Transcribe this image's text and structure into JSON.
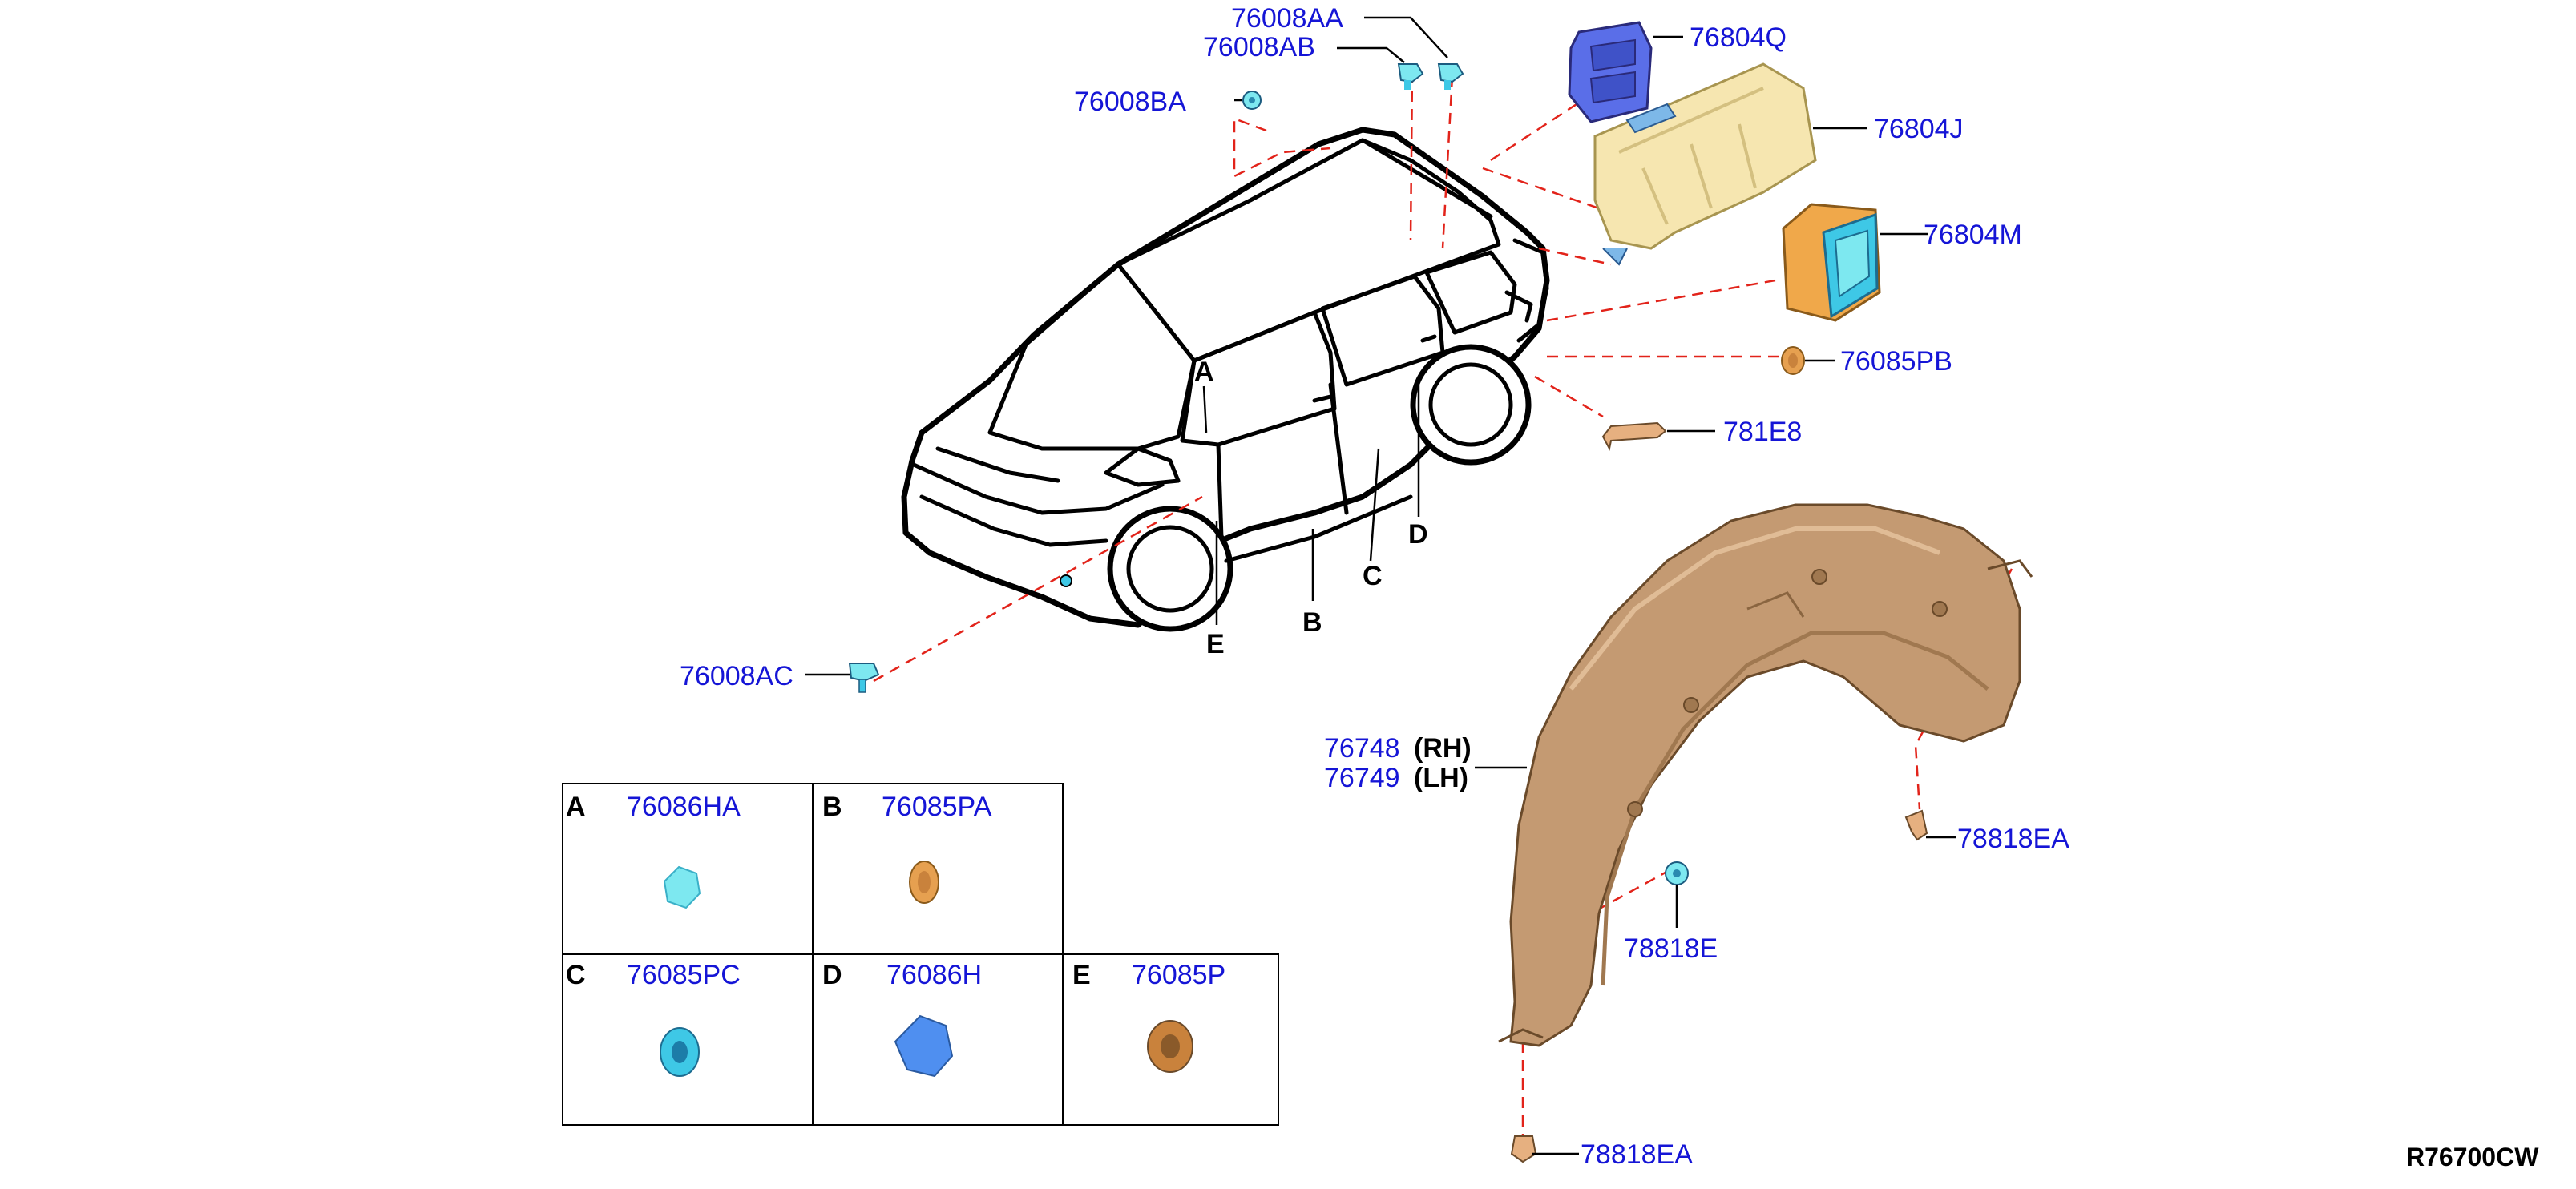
{
  "diagram_code": "R76700CW",
  "parts": {
    "p76008AA": "76008AA",
    "p76008AB": "76008AB",
    "p76008BA": "76008BA",
    "p76804Q": "76804Q",
    "p76804J": "76804J",
    "p76804M": "76804M",
    "p76085PB": "76085PB",
    "p781E8": "781E8",
    "p76008AC": "76008AC",
    "p76748": "76748",
    "p76749": "76749",
    "rh": "(RH)",
    "lh": "(LH)",
    "p78818EA_top": "78818EA",
    "p78818E": "78818E",
    "p78818EA_bottom": "78818EA"
  },
  "callouts": {
    "A": "A",
    "B": "B",
    "C": "C",
    "D": "D",
    "E": "E"
  },
  "legend": [
    {
      "letter": "A",
      "part": "76086HA",
      "color": "#7de8f0"
    },
    {
      "letter": "B",
      "part": "76085PA",
      "color": "#e6a050"
    },
    {
      "letter": "C",
      "part": "76085PC",
      "color": "#3ec8e6"
    },
    {
      "letter": "D",
      "part": "76086H",
      "color": "#4f8ff0"
    },
    {
      "letter": "E",
      "part": "76085P",
      "color": "#c9823c"
    }
  ],
  "colors": {
    "label_blue": "#1515d6",
    "leader_red": "#e2231a",
    "liner_tan": "#c49a72",
    "shield_yellow": "#f6e6b0",
    "box_orange": "#f0a84a",
    "cover_blue": "#5a6ee8"
  }
}
